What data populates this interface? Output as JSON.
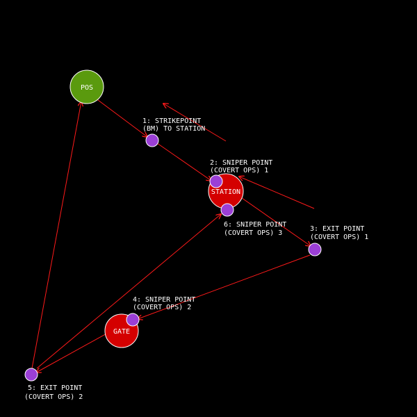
{
  "colors": {
    "background": "#000000",
    "route": "#ff1a1a",
    "waypoint_fill": "#9b3fd6",
    "waypoint_stroke": "#ffffff",
    "pos_fill": "#5a9a0e",
    "station_fill": "#d40000",
    "gate_fill": "#d40000",
    "label_text": "#ffffff"
  },
  "locations": {
    "pos": {
      "label": "POS"
    },
    "station": {
      "label": "STATION"
    },
    "gate": {
      "label": "GATE"
    }
  },
  "waypoints": [
    {
      "lines": [
        "1: STRIKEPOINT",
        "(BM) TO STATION"
      ]
    },
    {
      "lines": [
        "2: SNIPER POINT",
        "(COVERT OPS) 1"
      ]
    },
    {
      "lines": [
        "3: EXIT POINT",
        "(COVERT OPS) 1"
      ]
    },
    {
      "lines": [
        "4: SNIPER POINT",
        "(COVERT OPS) 2"
      ]
    },
    {
      "lines": [
        "5: EXIT POINT",
        "(COVERT OPS) 2"
      ]
    },
    {
      "lines": [
        "6: SNIPER POINT",
        "(COVERT OPS) 3"
      ]
    }
  ]
}
